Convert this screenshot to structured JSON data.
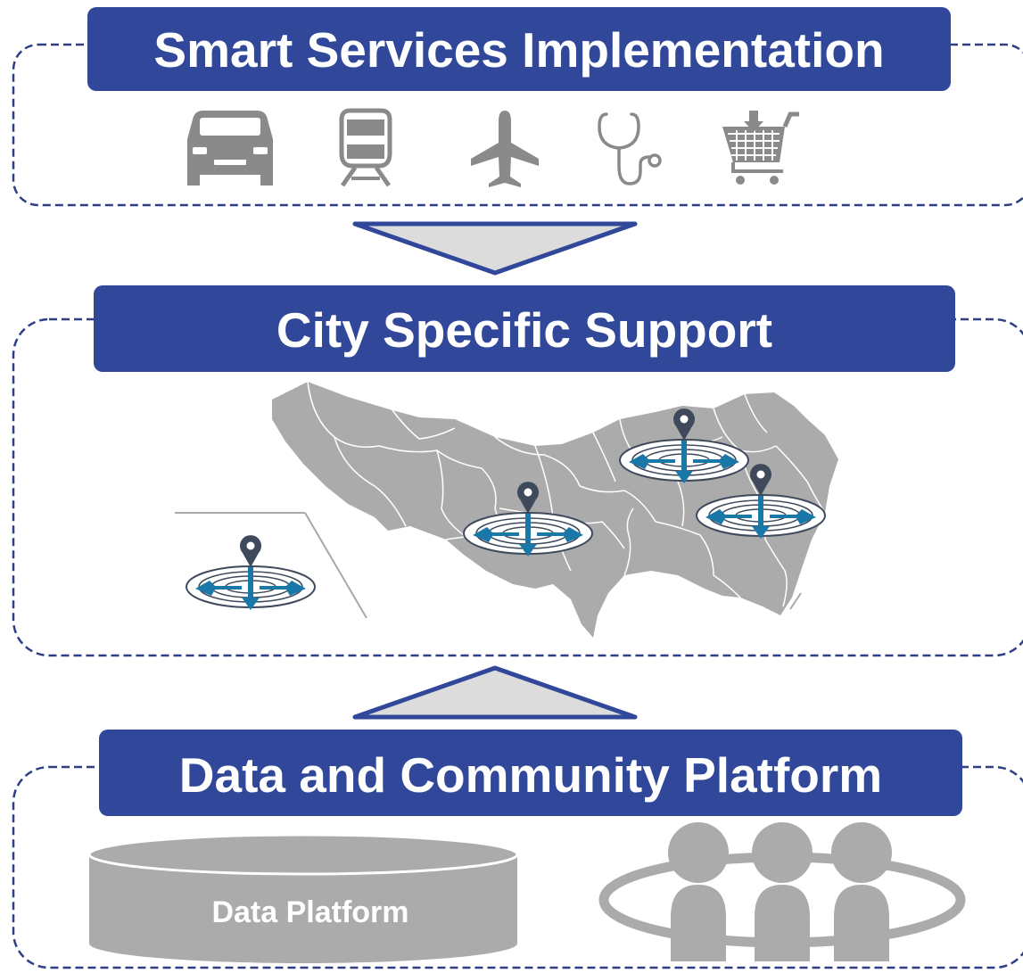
{
  "sections": [
    {
      "title": "Smart Services Implementation"
    },
    {
      "title": "City Specific Support"
    },
    {
      "title": "Data and Community Platform"
    }
  ],
  "service_icons": [
    "car-icon",
    "train-icon",
    "airplane-icon",
    "stethoscope-icon",
    "shopping-cart-icon"
  ],
  "data_platform": {
    "label": "Data Platform"
  },
  "colors": {
    "banner": "#30479a",
    "dashed_border": "#2e3f86",
    "icon_gray": "#8a8a8a",
    "map_gray": "#ababab",
    "marker_blue": "#1a78a8",
    "pin_dark": "#3e4a5c",
    "arrow_fill": "#dcdcdc"
  }
}
